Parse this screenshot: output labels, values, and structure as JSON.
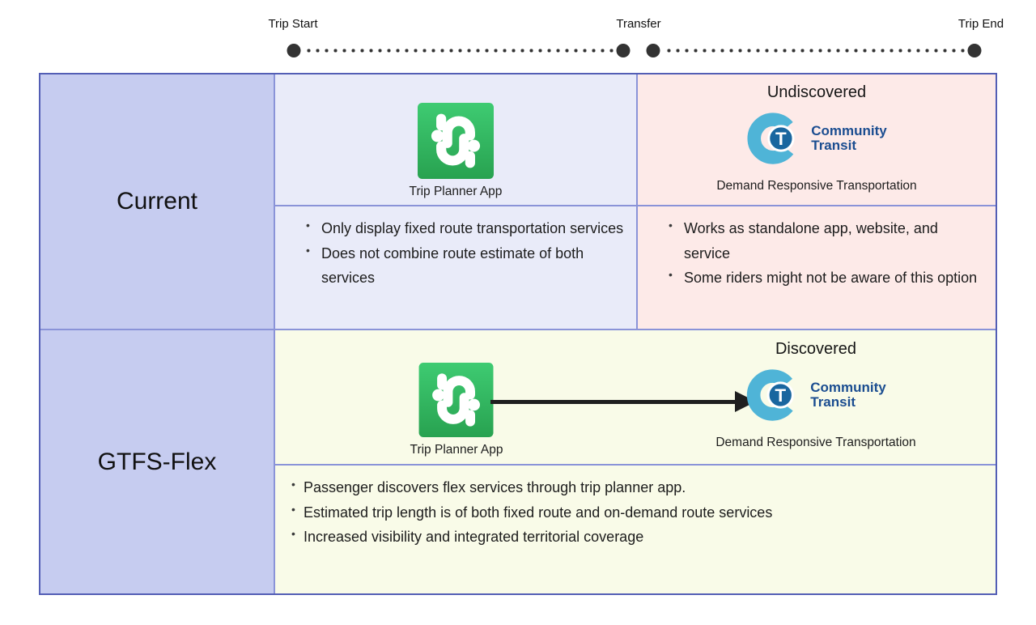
{
  "timeline": {
    "start_label": "Trip Start",
    "transfer_label": "Transfer",
    "end_label": "Trip End"
  },
  "brand": {
    "line1": "Community",
    "line2": "Transit",
    "t_letter": "T"
  },
  "current": {
    "row_label": "Current",
    "app_caption": "Trip Planner App",
    "app_bullets": [
      "Only display fixed route transportation services",
      "Does not combine route estimate of both services"
    ],
    "drt_status": "Undiscovered",
    "drt_caption": "Demand Responsive Transportation",
    "drt_bullets": [
      "Works as standalone app, website, and service",
      "Some riders might not be aware of this option"
    ]
  },
  "gtfs": {
    "row_label": "GTFS-Flex",
    "app_caption": "Trip Planner App",
    "drt_status": "Discovered",
    "drt_caption": "Demand Responsive Transportation",
    "bullets": [
      "Passenger discovers flex services through trip planner app.",
      "Estimated trip length is of both fixed route and on-demand route services",
      "Increased visibility and integrated territorial coverage"
    ]
  },
  "colors": {
    "app_green_top": "#3ecb72",
    "app_green_bottom": "#28a250",
    "ct_light_blue": "#4fb4d7",
    "ct_navy": "#19669f",
    "ct_text_blue": "#1b4d90",
    "row_label_bg": "#c6ccf0",
    "app_cell_bg": "#e9ebf9",
    "drt_cell_bg": "#fdeae8",
    "gtfs_bg": "#f9fbe8",
    "inner_border": "#8a93d8",
    "outer_border": "#535eb5",
    "timeline_dot": "#333333",
    "arrow": "#1f1f1f"
  }
}
